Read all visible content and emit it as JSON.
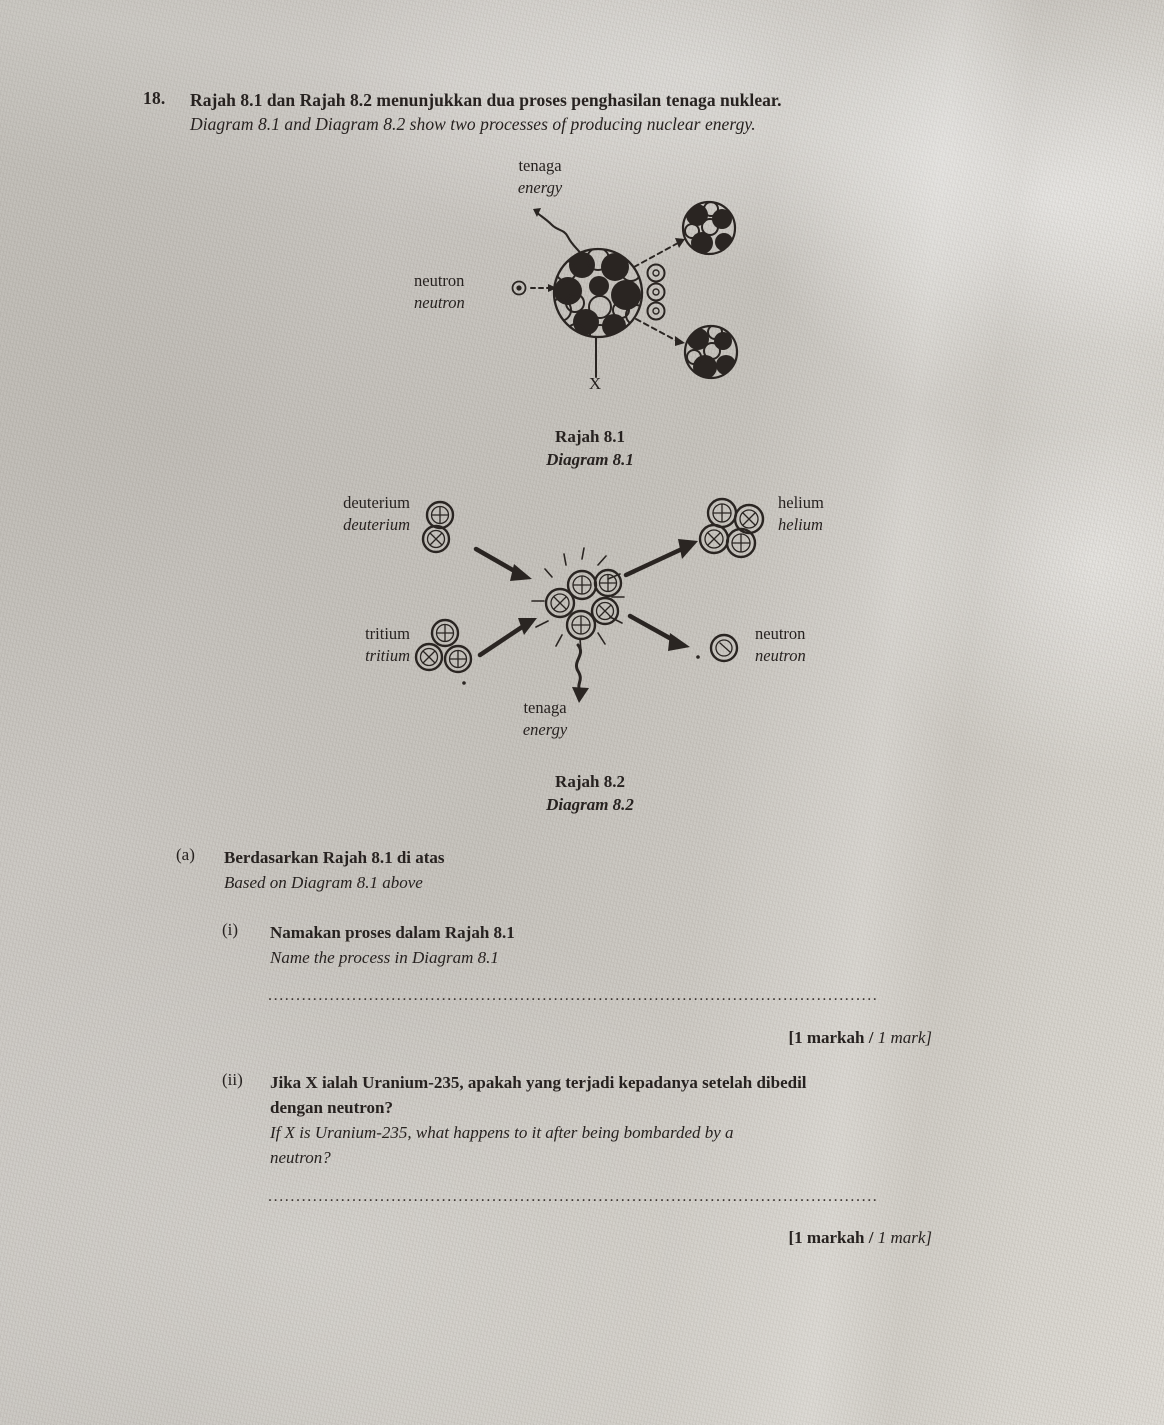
{
  "page": {
    "paper_color": "#c9c6c1",
    "ink_color": "#272220"
  },
  "question": {
    "number": "18.",
    "malay": "Rajah 8.1 dan Rajah 8.2 menunjukkan dua proses penghasilan tenaga nuklear.",
    "english": "Diagram 8.1 and Diagram 8.2 show two processes of producing nuclear energy."
  },
  "diagram1": {
    "caption_malay": "Rajah 8.1",
    "caption_english": "Diagram 8.1",
    "labels": {
      "energy_malay": "tenaga",
      "energy_english": "energy",
      "neutron_malay": "neutron",
      "neutron_english": "neutron",
      "target_nucleus": "X"
    }
  },
  "diagram2": {
    "caption_malay": "Rajah 8.2",
    "caption_english": "Diagram 8.2",
    "labels": {
      "deuterium_malay": "deuterium",
      "deuterium_english": "deuterium",
      "tritium_malay": "tritium",
      "tritium_english": "tritium",
      "helium_malay": "helium",
      "helium_english": "helium",
      "neutron_malay": "neutron",
      "neutron_english": "neutron",
      "energy_malay": "tenaga",
      "energy_english": "energy"
    }
  },
  "part_a": {
    "marker": "(a)",
    "malay": "Berdasarkan Rajah 8.1 di atas",
    "english": "Based on Diagram 8.1 above"
  },
  "item_i": {
    "marker": "(i)",
    "malay": "Namakan proses dalam Rajah 8.1",
    "english": "Name the process in Diagram 8.1",
    "answer_value": "",
    "marks_malay": "[1 markah /",
    "marks_english": "1 mark]"
  },
  "item_ii": {
    "marker": "(ii)",
    "malay_line1": "Jika X ialah Uranium-235, apakah yang terjadi kepadanya setelah dibedil",
    "malay_line2": "dengan neutron?",
    "english_line1": "If X is Uranium-235, what happens to it after being bombarded by a",
    "english_line2": "neutron?",
    "answer_value": "",
    "marks_malay": "[1 markah /",
    "marks_english": "1 mark]"
  },
  "dots": {
    "glyph": "............................................................................................................."
  }
}
